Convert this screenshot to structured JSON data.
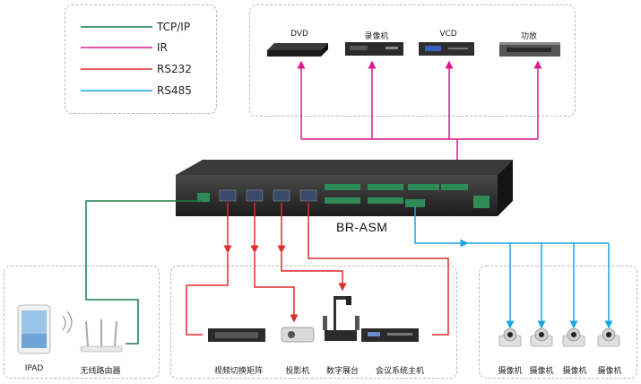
{
  "legend": [
    {
      "label": "TCP/IP",
      "color": "#1a7a4a"
    },
    {
      "label": "IR",
      "color": "#d81b8a"
    },
    {
      "label": "RS232",
      "color": "#e02b2b"
    },
    {
      "label": "RS485",
      "color": "#1ea6e0"
    }
  ],
  "ir_devices": [
    "DVD",
    "录像机",
    "VCD",
    "功放"
  ],
  "main_device": {
    "label": "BR-ASM"
  },
  "network_devices": [
    "IPAD",
    "无线路由器"
  ],
  "rs232_devices": [
    "视频切换矩阵",
    "投影机",
    "数字展台",
    "会议系统主机"
  ],
  "rs485_devices": [
    "摄像机",
    "摄像机",
    "摄像机",
    "摄像机"
  ],
  "colors": {
    "tcpip": "#1a7a4a",
    "ir": "#d81b8a",
    "rs232": "#e02b2b",
    "rs485": "#1ea6e0",
    "box_border": "#b8b8b8",
    "device": "#2a2a2a"
  }
}
